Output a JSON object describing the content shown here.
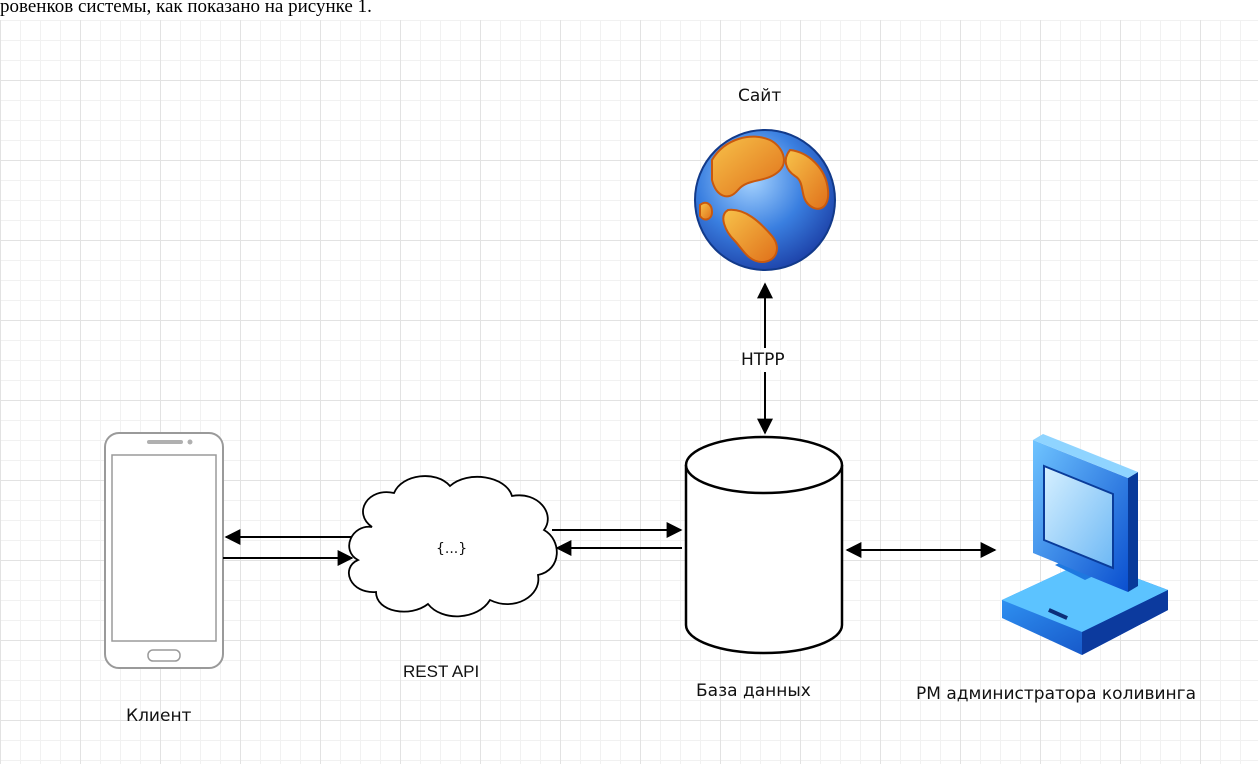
{
  "caption": "ровенков системы, как показано на рисунке 1.",
  "nodes": {
    "site": {
      "label": "Сайт"
    },
    "client": {
      "label": "Клиент"
    },
    "api": {
      "label": "REST API",
      "inner_text": "{...}"
    },
    "database": {
      "label": "База данных"
    },
    "admin": {
      "label": "РМ администратора коливинга"
    }
  },
  "edges": {
    "http_label": "HTPP"
  }
}
